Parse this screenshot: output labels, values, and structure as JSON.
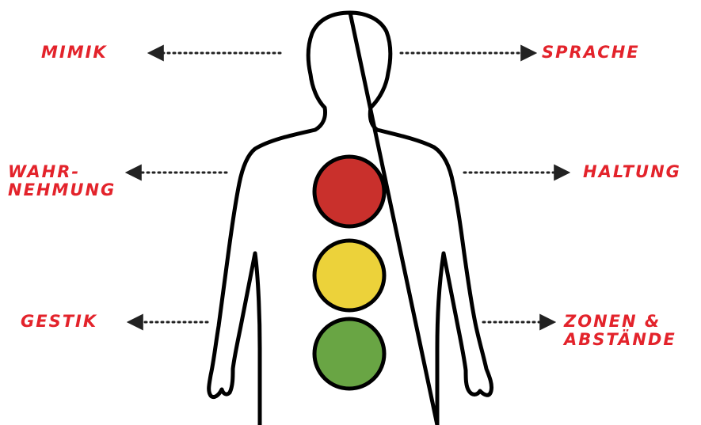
{
  "labels": {
    "mimik": "Mimik",
    "sprache": "Sprache",
    "wahrnehmung_line1": "Wahr-",
    "wahrnehmung_line2": "nehmung",
    "haltung": "Haltung",
    "gestik": "Gestik",
    "zonen_line1": "Zonen &",
    "zonen_line2": "Abstände"
  },
  "colors": {
    "label": "#e3232b",
    "outline": "#000000",
    "light_red": "#c9302c",
    "light_yellow": "#ecd23a",
    "light_green": "#69a544",
    "arrow": "#222222"
  },
  "icons": {
    "figure": "person-silhouette-icon",
    "lights": [
      "red-light-icon",
      "yellow-light-icon",
      "green-light-icon"
    ]
  }
}
